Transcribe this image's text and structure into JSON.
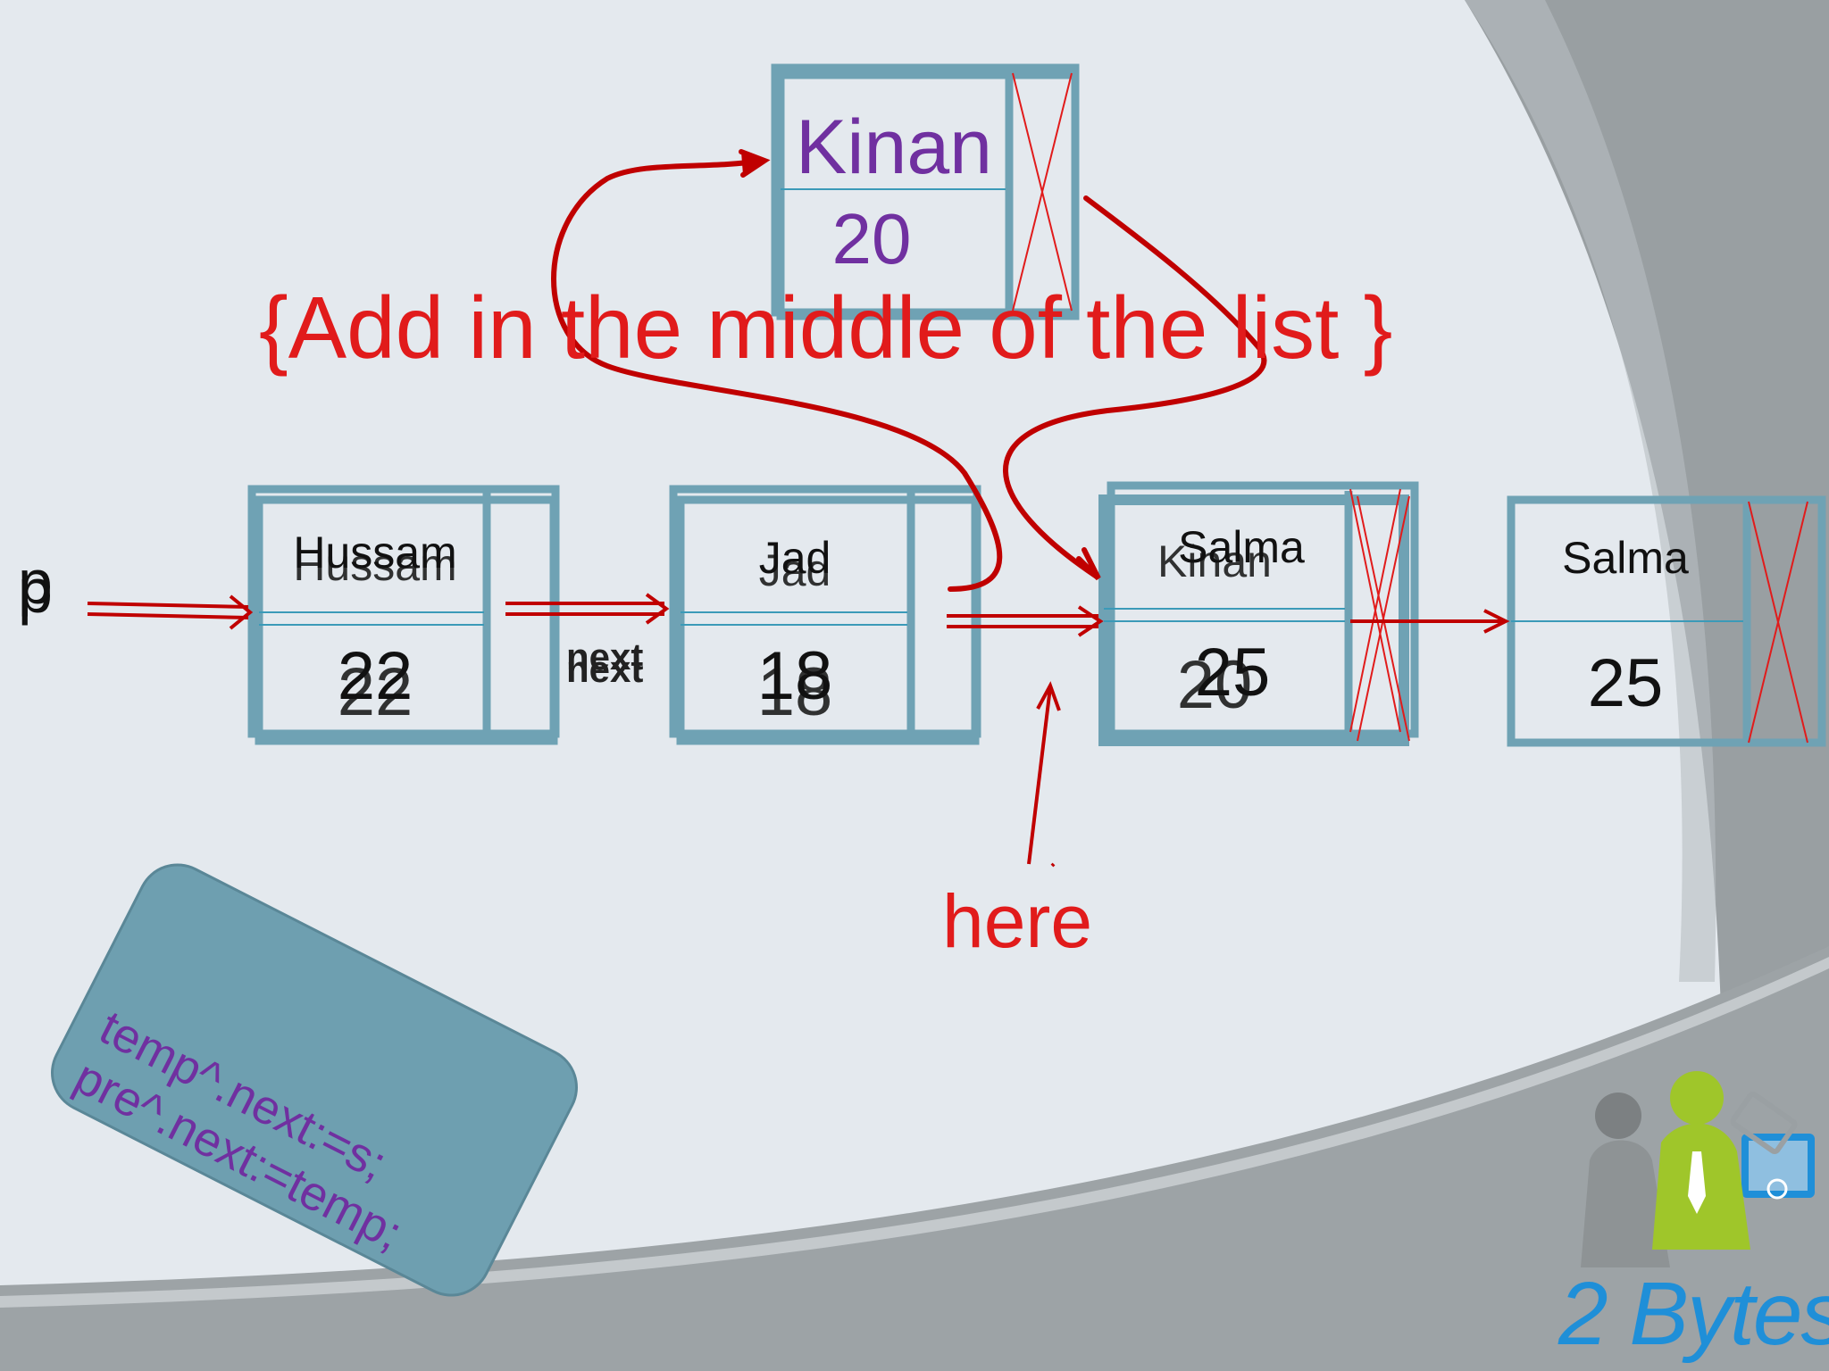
{
  "title": "{Add in the middle  of the list }",
  "pointer_label": "p",
  "next_label": "next",
  "here_label": "here",
  "new_node": {
    "name": "Kinan",
    "value": "20"
  },
  "nodes": [
    {
      "name": "Hussam",
      "value": "22"
    },
    {
      "name": "Jad",
      "value": "18"
    },
    {
      "name": "Salma",
      "value": "25",
      "ghost_name": "Kinan",
      "ghost_value": "20"
    },
    {
      "name": "Salma",
      "value": "25"
    }
  ],
  "code_lines": [
    "temp^.next:=s;",
    "pre^.next:=temp;"
  ],
  "logo": {
    "text": "2 Bytes"
  },
  "colors": {
    "node_border": "#6fa2b4",
    "arrow": "#c00000",
    "accent_red": "#e11b1b",
    "code_box": "#6e9fb0",
    "purple": "#7030a0"
  }
}
